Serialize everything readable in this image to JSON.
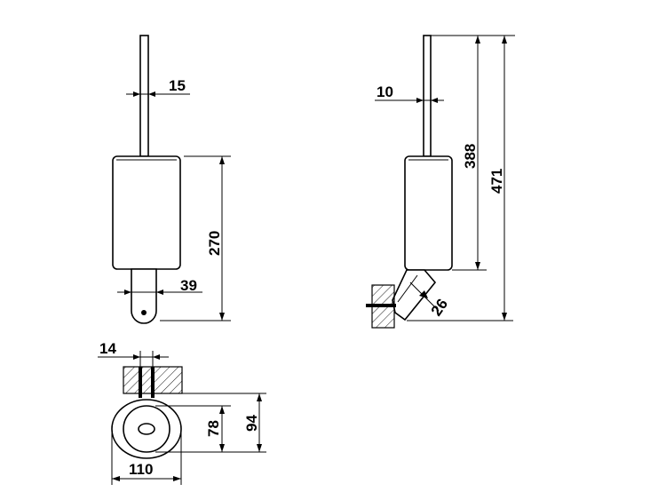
{
  "dimensions": {
    "front_rod_width": "15",
    "front_height": "270",
    "front_neck_width": "39",
    "side_rod_width": "10",
    "side_cup_height": "388",
    "side_total_height": "471",
    "side_bracket_diameter": "26",
    "top_screw_spacing": "14",
    "top_inner_depth": "78",
    "top_outer_depth": "94",
    "top_width": "110"
  }
}
